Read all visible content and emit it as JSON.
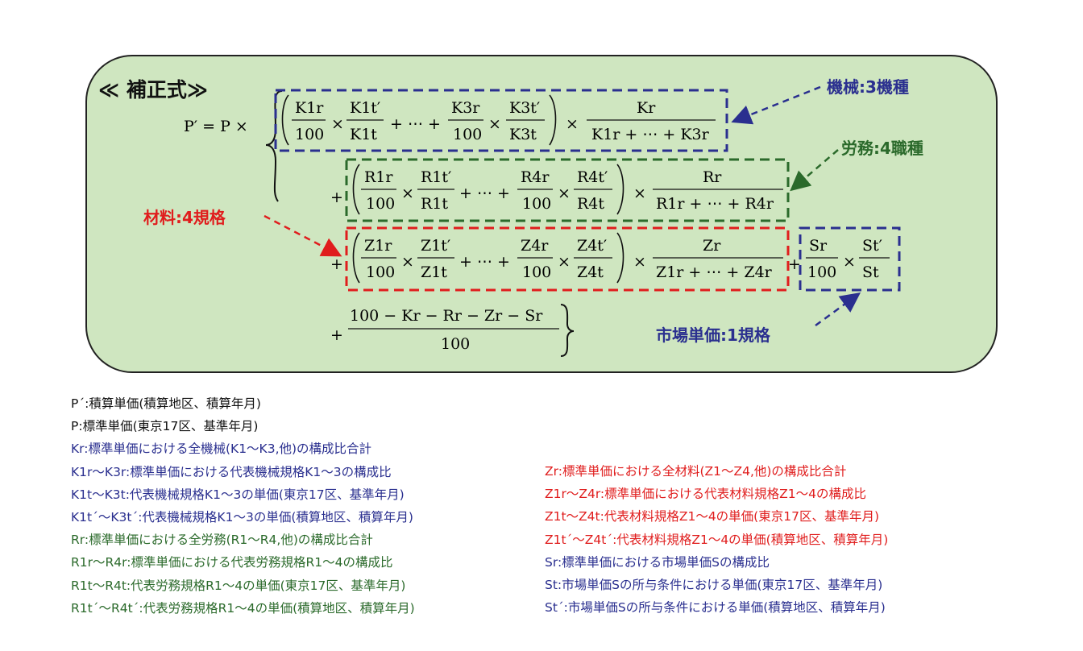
{
  "title": "≪ 補正式≫",
  "formula": {
    "lhs": "P′ = P ×",
    "machine_terms": {
      "a_num": "K1r",
      "a_den": "100",
      "b_num": "K1t′",
      "b_den": "K1t",
      "c_num": "K3r",
      "c_den": "100",
      "d_num": "K3t′",
      "d_den": "K3t",
      "w_num": "Kr",
      "w_den": "K1r + ⋯ + K3r"
    },
    "labor_terms": {
      "a_num": "R1r",
      "a_den": "100",
      "b_num": "R1t′",
      "b_den": "R1t",
      "c_num": "R4r",
      "c_den": "100",
      "d_num": "R4t′",
      "d_den": "R4t",
      "w_num": "Rr",
      "w_den": "R1r + ⋯ + R4r"
    },
    "material_terms": {
      "a_num": "Z1r",
      "a_den": "100",
      "b_num": "Z1t′",
      "b_den": "Z1t",
      "c_num": "Z4r",
      "c_den": "100",
      "d_num": "Z4t′",
      "d_den": "Z4t",
      "w_num": "Zr",
      "w_den": "Z1r + ⋯ + Z4r"
    },
    "market_terms": {
      "a_num": "Sr",
      "a_den": "100",
      "b_num": "St′",
      "b_den": "St"
    },
    "remainder": {
      "num": "100 − Kr − Rr − Zr − Sr",
      "den": "100"
    },
    "ops": {
      "times": "×",
      "plus": "+",
      "dots": "+ ⋯ +"
    }
  },
  "callouts": {
    "machine": "機械:3機種",
    "labor": "労務:4職種",
    "material": "材料:4規格",
    "market": "市場単価:1規格"
  },
  "legend_left": [
    {
      "text": "P´:積算単価(積算地区、積算年月)",
      "color": "black"
    },
    {
      "text": "P:標準単価(東京17区、基準年月)",
      "color": "black"
    },
    {
      "text": "Kr:標準単価における全機械(K1～K3,他)の構成比合計",
      "color": "navy"
    },
    {
      "text": "K1r～K3r:標準単価における代表機械規格K1～3の構成比",
      "color": "navy"
    },
    {
      "text": "K1t～K3t:代表機械規格K1～3の単価(東京17区、基準年月)",
      "color": "navy"
    },
    {
      "text": "K1t´～K3t´:代表機械規格K1～3の単価(積算地区、積算年月)",
      "color": "navy"
    },
    {
      "text": "Rr:標準単価における全労務(R1～R4,他)の構成比合計",
      "color": "green"
    },
    {
      "text": "R1r～R4r:標準単価における代表労務規格R1～4の構成比",
      "color": "green"
    },
    {
      "text": "R1t～R4t:代表労務規格R1～4の単価(東京17区、基準年月)",
      "color": "green"
    },
    {
      "text": "R1t´～R4t´:代表労務規格R1～4の単価(積算地区、積算年月)",
      "color": "green"
    }
  ],
  "legend_right": [
    {
      "text": "Zr:標準単価における全材料(Z1～Z4,他)の構成比合計",
      "color": "red"
    },
    {
      "text": "Z1r～Z4r:標準単価における代表材料規格Z1～4の構成比",
      "color": "red"
    },
    {
      "text": "Z1t～Z4t:代表材料規格Z1～4の単価(東京17区、基準年月)",
      "color": "red"
    },
    {
      "text": "Z1t´～Z4t´:代表材料規格Z1～4の単価(積算地区、積算年月)",
      "color": "red"
    },
    {
      "text": "Sr:標準単価における市場単価Sの構成比",
      "color": "navy"
    },
    {
      "text": "St:市場単価Sの所与条件における単価(東京17区、基準年月)",
      "color": "navy"
    },
    {
      "text": "St´:市場単価Sの所与条件における単価(積算地区、積算年月)",
      "color": "navy"
    }
  ],
  "colors": {
    "navy": "#2a2f8f",
    "green": "#2b6a2b",
    "red": "#e01d1d",
    "black": "#111111",
    "panel": "#cfe6c0"
  }
}
